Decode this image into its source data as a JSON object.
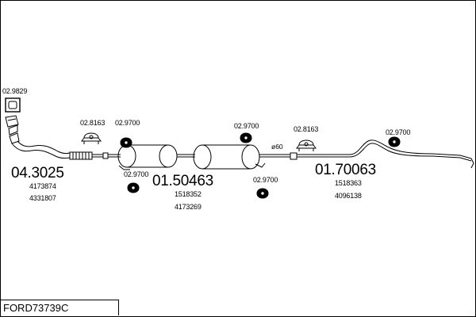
{
  "diagram_code": "FORD73739C",
  "sections": [
    {
      "id": "front",
      "part_number": "04.3025",
      "refs": [
        "4173874",
        "4331807"
      ]
    },
    {
      "id": "middle",
      "part_number": "01.50463",
      "refs": [
        "1518352",
        "4173269"
      ]
    },
    {
      "id": "rear",
      "part_number": "01.70063",
      "refs": [
        "1518363",
        "4096138"
      ]
    }
  ],
  "accessories": {
    "gasket": "02.9829",
    "clamp_front": "02.8163",
    "clamp_rear": "02.8163",
    "hanger_a": "02.9700",
    "hanger_b": "02.9700",
    "hanger_c": "02.9700",
    "hanger_d": "02.9700",
    "hanger_e": "02.9700"
  },
  "pipe_diameter": "ø60"
}
